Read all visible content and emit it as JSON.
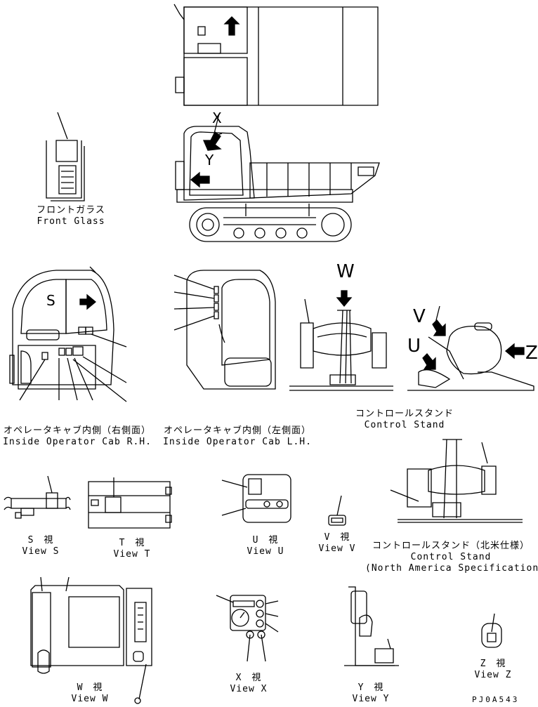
{
  "captions": {
    "front_glass": {
      "jp": "フロントガラス",
      "en": "Front Glass"
    },
    "cab_rh": {
      "jp": "オペレータキャブ内側（右側面）",
      "en": "Inside Operator Cab R.H."
    },
    "cab_lh": {
      "jp": "オペレータキャブ内側（左側面）",
      "en": "Inside Operator Cab L.H."
    },
    "control_stand": {
      "jp": "コントロールスタンド",
      "en": "Control Stand"
    },
    "control_stand_na": {
      "jp": "コントロールスタンド（北米仕様）",
      "en": "Control Stand",
      "en2": "(North America Specification)"
    },
    "view_s": {
      "jp": "S　視",
      "en": "View S"
    },
    "view_t": {
      "jp": "T　視",
      "en": "View T"
    },
    "view_u": {
      "jp": "U　視",
      "en": "View U"
    },
    "view_v": {
      "jp": "V　視",
      "en": "View V"
    },
    "view_w": {
      "jp": "W　視",
      "en": "View W"
    },
    "view_x": {
      "jp": "X　視",
      "en": "View X"
    },
    "view_y": {
      "jp": "Y　視",
      "en": "View Y"
    },
    "view_z": {
      "jp": "Z　視",
      "en": "View Z"
    }
  },
  "view_letters": {
    "s": "S",
    "w": "W",
    "v": "V",
    "u": "U",
    "z": "Z",
    "x": "X",
    "y": "Y"
  },
  "drawing_code": "PJ0A543"
}
